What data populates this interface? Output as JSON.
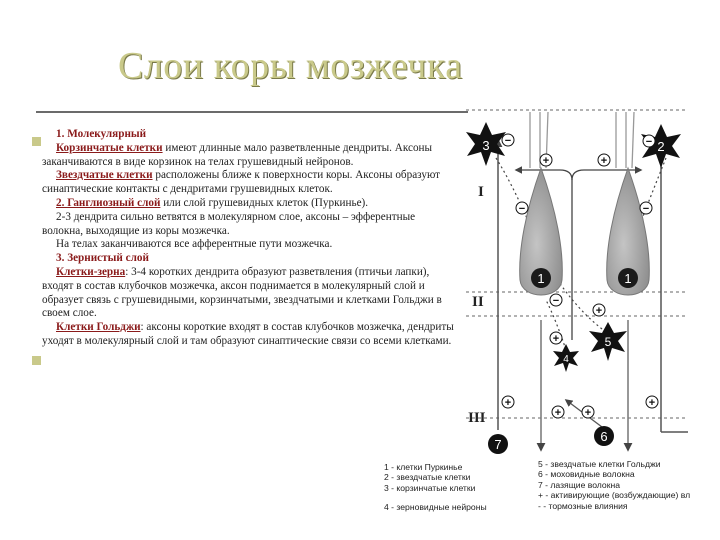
{
  "slide": {
    "title": "Слои коры мозжечка",
    "paragraphs": [
      {
        "prefix": "1. Молекулярный",
        "text": ""
      },
      {
        "prefix": "Корзинчатые клетки",
        "text": " имеют длинные мало разветвленные дендриты. Аксоны заканчиваются в виде корзинок на телах грушевидный нейронов."
      },
      {
        "prefix": "Звездчатые клетки",
        "text": " расположены ближе к поверхности коры. Аксоны образуют синаптические контакты с дендритами грушевидных клеток."
      },
      {
        "prefix": "2. Ганглиозный слой",
        "text": " или слой грушевидных клеток  (Пуркинье)."
      },
      {
        "prefix": "",
        "text": "2-3 дендрита сильно ветвятся в молекулярном слое, аксоны – эфферентные волокна, выходящие из коры мозжечка."
      },
      {
        "prefix": "",
        "text": "На телах заканчиваются все афферентные пути мозжечка."
      },
      {
        "prefix": "3. Зернистый слой",
        "text": ""
      },
      {
        "prefix": "Клетки-зерна",
        "text": ": 3-4 коротких дендрита образуют разветвления (птичьи лапки), входят в состав клубочков мозжечка, аксон поднимается в молекулярный слой и образует связь с грушевидными, корзинчатыми, звездчатыми и клетками Гольджи в своем слое."
      },
      {
        "prefix": "Клетки Гольджи",
        "text": ": аксоны короткие входят в состав клубочков мозжечка, дендриты уходят  в молекулярный слой и там образуют синаптические связи со всеми клетками."
      }
    ],
    "legend_left": [
      "1 - клетки Пуркинье",
      "2 - звездчатые клетки",
      "3 - корзинчатые клетки",
      "4 - зерновидные нейроны"
    ],
    "legend_right": [
      "5 - звездчатые клетки Гольджи",
      "6 - моховидные волокна",
      "7 - лазящие волокна",
      "+ - активирующие (возбуждающие) вл",
      "- - тормозные влияния"
    ],
    "diagram": {
      "layers": [
        "I",
        "II",
        "III"
      ],
      "cells": [
        "1",
        "1",
        "2",
        "3",
        "4",
        "5",
        "6",
        "7"
      ],
      "plus_sign": "+",
      "minus_sign": "−"
    },
    "colors": {
      "title": "#c9c98a",
      "accent_red": "#8a1a1a",
      "cell_gray": "#9e9e9e",
      "fiber_gray": "#888888",
      "star_black": "#111111"
    }
  }
}
